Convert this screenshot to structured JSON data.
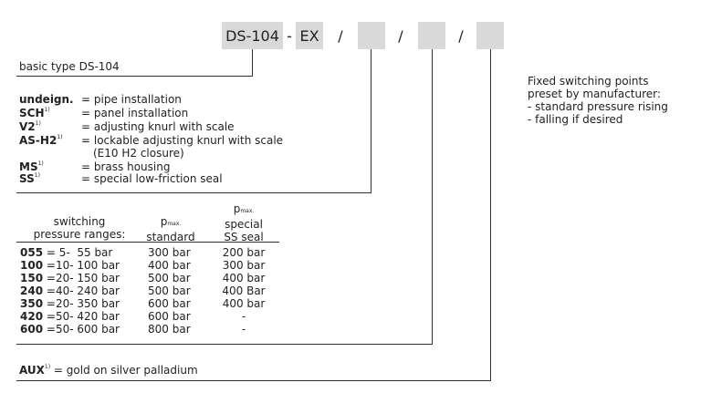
{
  "code": {
    "type": "DS-104",
    "dash": "-",
    "ex": "EX",
    "slash": "/"
  },
  "basic_type": "basic type DS-104",
  "options": [
    {
      "key": "undeign.",
      "sup": "",
      "desc": "= pipe installation",
      "desc2": ""
    },
    {
      "key": "SCH",
      "sup": "1)",
      "desc": "= panel installation",
      "desc2": ""
    },
    {
      "key": "V2",
      "sup": "1)",
      "desc": "= adjusting knurl with scale",
      "desc2": ""
    },
    {
      "key": "AS-H2",
      "sup": "1)",
      "desc": "= lockable adjusting knurl with scale",
      "desc2": "(E10 H2 closure)"
    },
    {
      "key": "MS",
      "sup": "1)",
      "desc": "= brass housing",
      "desc2": ""
    },
    {
      "key": "SS",
      "sup": "1)",
      "desc": "= special low-friction seal",
      "desc2": ""
    }
  ],
  "table": {
    "head_switching": [
      "switching",
      "pressure ranges:"
    ],
    "head_std": {
      "p": "p",
      "sub": "max.",
      "label": "standard"
    },
    "head_ss": {
      "p": "p",
      "sub": "max.",
      "label1": "special",
      "label2": "SS seal"
    },
    "rows": [
      {
        "code": "055",
        "range": "= 5-  55 bar",
        "std": "300 bar",
        "ss": "200 bar"
      },
      {
        "code": "100",
        "range": "=10- 100 bar",
        "std": "400 bar",
        "ss": "300 bar"
      },
      {
        "code": "150",
        "range": "=20- 150 bar",
        "std": "500 bar",
        "ss": "400 bar"
      },
      {
        "code": "240",
        "range": "=40- 240 bar",
        "std": "500 bar",
        "ss": "400 Bar"
      },
      {
        "code": "350",
        "range": "=20- 350 bar",
        "std": "600 bar",
        "ss": "400 bar"
      },
      {
        "code": "420",
        "range": "=50- 420 bar",
        "std": "600 bar",
        "ss": "-"
      },
      {
        "code": "600",
        "range": "=50- 600 bar",
        "std": "800 bar",
        "ss": "-"
      }
    ]
  },
  "aux": {
    "key": "AUX",
    "sup": "1)",
    "desc": " = gold on silver palladium"
  },
  "note": [
    "Fixed switching points",
    "preset by manufacturer:",
    "- standard pressure rising",
    "- falling if desired"
  ]
}
